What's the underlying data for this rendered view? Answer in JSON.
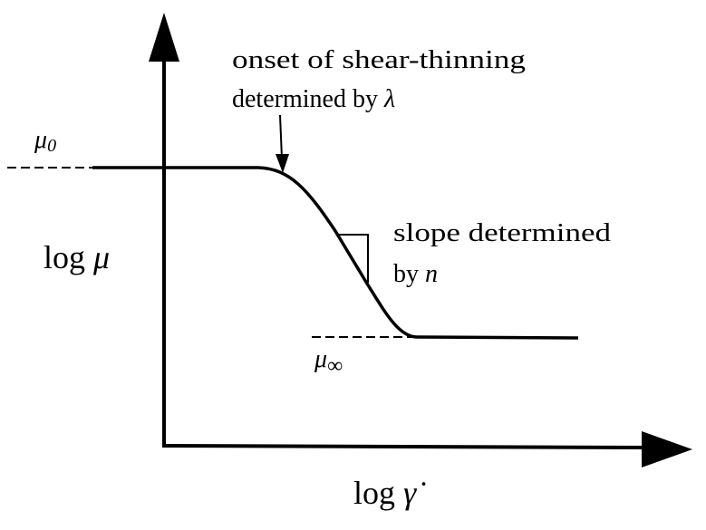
{
  "diagram": {
    "y_axis_label": "log μ",
    "y_axis_label_parts": {
      "prefix": "log ",
      "symbol": "μ"
    },
    "x_axis_label": "log γ̇",
    "x_axis_label_parts": {
      "prefix": "log ",
      "symbol": "γ̇"
    },
    "mu_zero": {
      "symbol": "μ",
      "subscript": "0"
    },
    "mu_infinity": {
      "symbol": "μ",
      "subscript": "∞"
    },
    "onset_annotation": {
      "line1": "onset of shear-thinning",
      "line2_prefix": "determined by ",
      "line2_symbol": "λ"
    },
    "slope_annotation": {
      "line1": "slope determined",
      "line2_prefix": "by ",
      "line2_symbol": "n"
    },
    "line_color": "#000000",
    "background": "#ffffff"
  }
}
